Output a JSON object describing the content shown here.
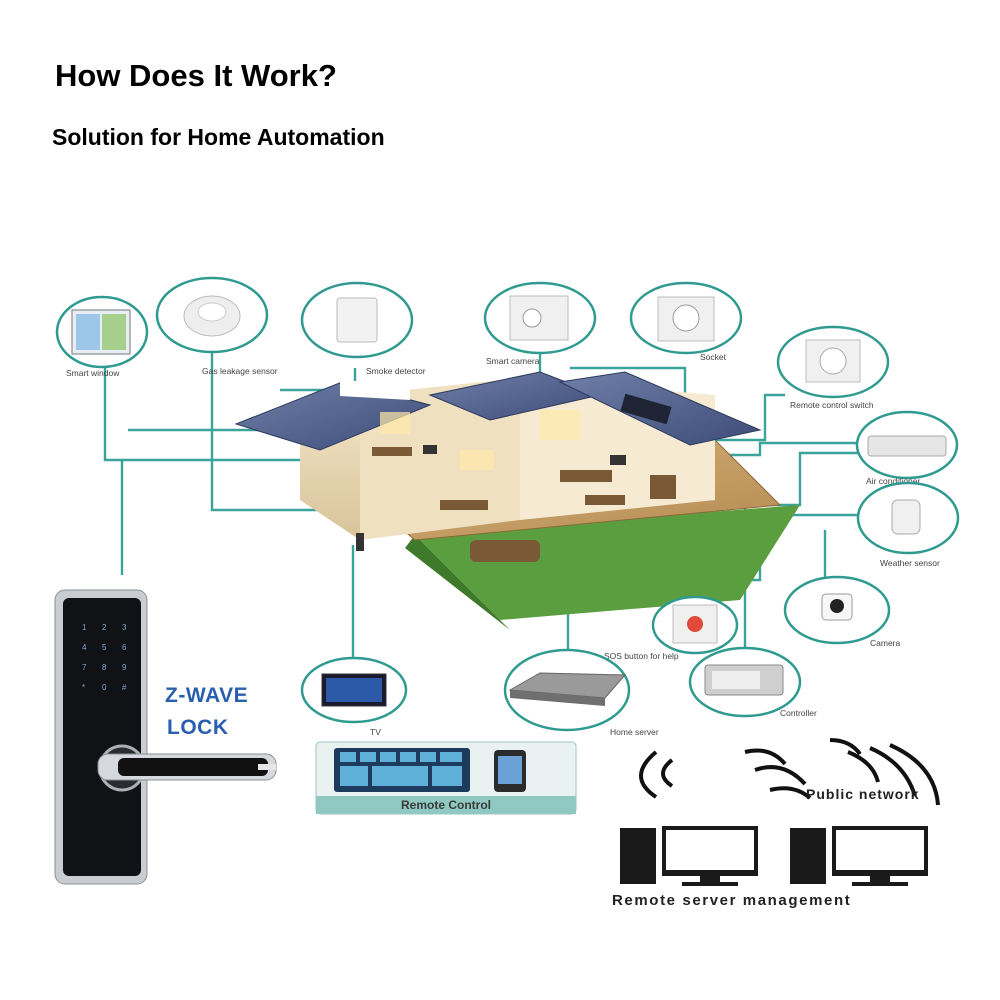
{
  "header": {
    "title": "How Does It Work?",
    "subtitle": "Solution for Home Automation"
  },
  "devices": [
    {
      "id": "smart-window",
      "label": "Smart window"
    },
    {
      "id": "gas-sensor",
      "label": "Gas leakage sensor"
    },
    {
      "id": "smoke-detector",
      "label": "Smoke detector"
    },
    {
      "id": "smart-camera",
      "label": "Smart camera"
    },
    {
      "id": "socket",
      "label": "Socket"
    },
    {
      "id": "remote-switch",
      "label": "Remote control switch"
    },
    {
      "id": "air-conditioner",
      "label": "Air conditioner"
    },
    {
      "id": "weather-sensor",
      "label": "Weather sensor"
    },
    {
      "id": "camera",
      "label": "Camera"
    },
    {
      "id": "sos-button",
      "label": "SOS button for help"
    },
    {
      "id": "controller",
      "label": "Controller"
    },
    {
      "id": "home-server",
      "label": "Home server"
    },
    {
      "id": "tv",
      "label": "TV"
    }
  ],
  "lock": {
    "line1": "Z-WAVE",
    "line2": "LOCK"
  },
  "remote_control": {
    "label": "Remote Control"
  },
  "network": {
    "public_label": "Public network",
    "server_label": "Remote server management"
  },
  "colors": {
    "connector": "#3aa39a",
    "circle_stroke": "#2f9a8f",
    "lock_text": "#2a5fb0"
  }
}
